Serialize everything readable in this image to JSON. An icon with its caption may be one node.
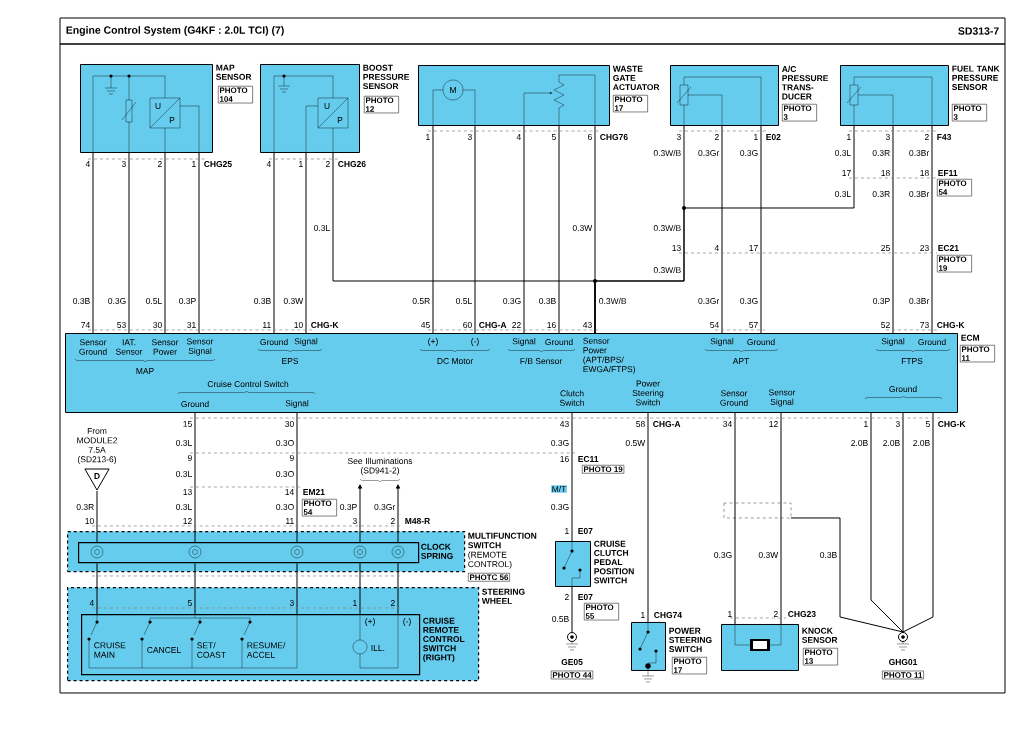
{
  "diagram": {
    "title": "Engine Control System (G4KF : 2.0L TCI) (7)",
    "nodes": [
      {
        "text": [
          "MAP SENSOR",
          "PHOTO 104",
          "U",
          "P"
        ]
      },
      {
        "text": [
          "BOOST PRESSURE SENSOR",
          "PHOTO 12",
          "U",
          "P"
        ]
      },
      {
        "text": [
          "WASTE GATE ACTUATOR",
          "PHOTO 17",
          "M"
        ]
      },
      {
        "text": [
          "A/C PRESSURE TRANS-DUCER",
          "PHOTO 3"
        ]
      },
      {
        "text": [
          "FUEL TANK PRESSURE SENSOR",
          "PHOTO 3"
        ]
      },
      {
        "text": [
          "ECM",
          "PHOTO 11",
          "Sensor Ground",
          "IAT. Sensor",
          "Sensor Power",
          "Sensor Signal",
          "MAP",
          "Ground",
          "Signal",
          "EPS",
          "(+)",
          "(-)",
          "DC Motor",
          "Signal",
          "Ground",
          "F/B Sensor",
          "Sensor Power (APT/BPS/ EWGA/FTPS)",
          "Signal",
          "Ground",
          "APT",
          "Signal",
          "Ground",
          "FTPS",
          "Cruise Control Switch",
          "Ground",
          "Signal",
          "Clutch Switch",
          "Power Steering Switch",
          "Sensor Ground",
          "Sensor Signal",
          "Ground"
        ]
      },
      {
        "text": [
          "D"
        ],
        "beside": [
          "From MODULE2 7.5A (SD213-6)"
        ]
      },
      {
        "text": [
          "**MULTIFUNCTION SWITCH** (REMOTE CONTROL)",
          "PHOTC 56"
        ]
      },
      {
        "text": [
          "CLOCK SPRING"
        ],
        "in": 7
      },
      {
        "text": [
          "STEERING WHEEL"
        ]
      },
      {
        "text": [
          "CRUISE REMOTE CONTROL SWITCH (RIGHT)",
          "CRUISE MAIN",
          "CANCEL",
          "SET/ COAST",
          "RESUME/ ACCEL",
          "(+)",
          "(-)",
          "ILL."
        ],
        "in": 9
      },
      {
        "text": [
          "CRUISE CLUTCH PEDAL POSITION SWITCH"
        ]
      },
      {
        "text": [
          "GE05",
          "PHOTO 44"
        ]
      },
      {
        "text": [
          "POWER STEERING SWITCH",
          "PHOTO 17"
        ]
      },
      {
        "text": [
          "KNOCK SENSOR",
          "PHOTO 13"
        ]
      },
      {
        "text": [
          "GHG01",
          "PHOTO 11"
        ]
      },
      {
        "text": [
          "See Illuminations (SD941-2)"
        ]
      }
    ],
    "edges": [
      {
        "from": 0,
        "to": 5,
        "arrow": "none",
        "label": "0.3B"
      },
      {
        "from": 0,
        "to": 5,
        "arrow": "none",
        "label": "0.3G"
      },
      {
        "from": 0,
        "to": 5,
        "arrow": "none",
        "label": "0.5L"
      },
      {
        "from": 0,
        "to": 5,
        "arrow": "none",
        "label": "0.3P"
      },
      {
        "from": 1,
        "to": 5,
        "arrow": "none",
        "label": "0.3B"
      },
      {
        "from": 1,
        "to": 5,
        "arrow": "none",
        "label": "0.3W"
      },
      {
        "from": 1,
        "to": 5,
        "arrow": "none",
        "label": "0.3L"
      },
      {
        "from": 2,
        "to": 5,
        "arrow": "none",
        "label": "0.5R"
      },
      {
        "from": 2,
        "to": 5,
        "arrow": "none",
        "label": "0.5L"
      },
      {
        "from": 2,
        "to": 5,
        "arrow": "none",
        "label": "0.3G"
      },
      {
        "from": 2,
        "to": 5,
        "arrow": "none",
        "label": "0.3B"
      },
      {
        "from": 2,
        "to": 5,
        "arrow": "none",
        "label": "0.3W/B"
      },
      {
        "from": 3,
        "to": 5,
        "arrow": "none",
        "label": "0.3W/B"
      },
      {
        "from": 3,
        "to": 5,
        "arrow": "none",
        "label": "0.3Gr"
      },
      {
        "from": 3,
        "to": 5,
        "arrow": "none",
        "label": "0.3G"
      },
      {
        "from": 4,
        "to": 5,
        "arrow": "none",
        "label": "0.3L"
      },
      {
        "from": 4,
        "to": 5,
        "arrow": "none",
        "label": "0.3R"
      },
      {
        "from": 4,
        "to": 5,
        "arrow": "none",
        "label": "0.3Br"
      },
      {
        "from": 5,
        "to": 8,
        "arrow": "none",
        "label": "0.3L"
      },
      {
        "from": 5,
        "to": 8,
        "arrow": "none",
        "label": "0.3O"
      },
      {
        "from": 6,
        "to": 8,
        "arrow": "none",
        "label": "0.3R"
      },
      {
        "from": 8,
        "to": 16,
        "arrow": "to",
        "label": "0.3P"
      },
      {
        "from": 8,
        "to": 16,
        "arrow": "to",
        "label": "0.3Gr"
      },
      {
        "from": 8,
        "to": 10,
        "arrow": "none"
      },
      {
        "from": 8,
        "to": 10,
        "arrow": "none"
      },
      {
        "from": 8,
        "to": 10,
        "arrow": "none"
      },
      {
        "from": 8,
        "to": 10,
        "arrow": "none"
      },
      {
        "from": 8,
        "to": 10,
        "arrow": "none"
      },
      {
        "from": 5,
        "to": 11,
        "arrow": "none",
        "label": "0.3G"
      },
      {
        "from": 11,
        "to": 12,
        "arrow": "none",
        "label": "0.5B"
      },
      {
        "from": 5,
        "to": 13,
        "arrow": "none",
        "label": "0.5W"
      },
      {
        "from": 5,
        "to": 14,
        "arrow": "none",
        "label": "0.3G"
      },
      {
        "from": 5,
        "to": 14,
        "arrow": "none",
        "label": "0.3W"
      },
      {
        "from": null,
        "to": 15,
        "arrow": "none",
        "label": "0.3B"
      },
      {
        "from": 5,
        "to": 15,
        "arrow": "none",
        "label": "2.0B"
      },
      {
        "from": 5,
        "to": 15,
        "arrow": "none",
        "label": "2.0B"
      },
      {
        "from": 5,
        "to": 15,
        "arrow": "none",
        "label": "2.0B"
      }
    ],
    "labels": [
      "SD313-7",
      "4",
      "3",
      "2",
      "1",
      "CHG25",
      "4",
      "1",
      "2",
      "CHG26",
      "1",
      "3",
      "4",
      "5",
      "6",
      "CHG76",
      "3",
      "2",
      "1",
      "E02",
      "1",
      "3",
      "2",
      "F43",
      "0.3W",
      "0.3W/B",
      "0.3W/B",
      "17",
      "18",
      "18",
      "EF11",
      "PHOTO 54",
      "0.3L",
      "0.3R",
      "0.3Br",
      "13",
      "4",
      "17",
      "25",
      "23",
      "EC21",
      "PHOTO 19",
      "0.3Gr",
      "0.3G",
      "0.3P",
      "0.3Br",
      "74",
      "53",
      "30",
      "31",
      "11",
      "10",
      "CHG-K",
      "45",
      "60",
      "CHG-A",
      "22",
      "16",
      "43",
      "54",
      "57",
      "52",
      "73",
      "CHG-K",
      "15",
      "30",
      "43",
      "58",
      "CHG-A",
      "34",
      "12",
      "1",
      "3",
      "5",
      "CHG-K",
      "9",
      "9",
      "0.3L",
      "0.3O",
      "13",
      "14",
      "EM21",
      "PHOTO 54",
      "0.3L",
      "0.3O",
      "10",
      "12",
      "11",
      "3",
      "2",
      "M48-R",
      "4",
      "5",
      "3",
      "1",
      "2",
      "16",
      "EC11",
      "PHOTO 19",
      "M/T",
      "0.3G",
      "1",
      "E07",
      "2",
      "E07",
      "PHOTO 55",
      "1",
      "CHG74",
      "1",
      "2",
      "CHG23"
    ]
  }
}
